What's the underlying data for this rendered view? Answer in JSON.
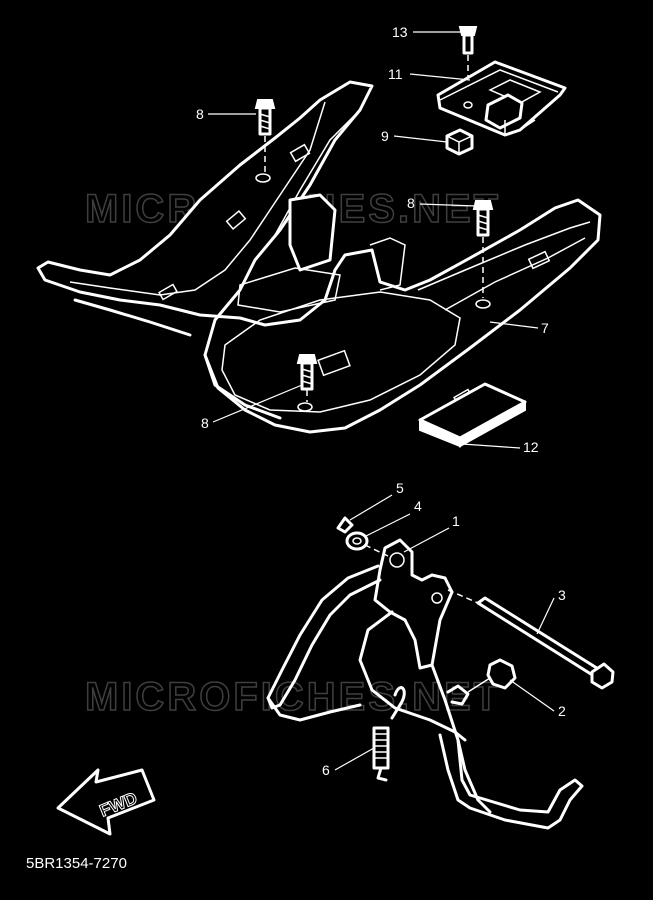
{
  "diagram_code": "5BR1354-7270",
  "watermark": "MICROFICHES.NET",
  "direction_label": "FWD",
  "callouts": [
    {
      "id": "13",
      "label": "13"
    },
    {
      "id": "11",
      "label": "11"
    },
    {
      "id": "9",
      "label": "9"
    },
    {
      "id": "8a",
      "label": "8"
    },
    {
      "id": "8b",
      "label": "8"
    },
    {
      "id": "8c",
      "label": "8"
    },
    {
      "id": "7",
      "label": "7"
    },
    {
      "id": "12",
      "label": "12"
    },
    {
      "id": "5",
      "label": "5"
    },
    {
      "id": "4",
      "label": "4"
    },
    {
      "id": "1",
      "label": "1"
    },
    {
      "id": "3",
      "label": "3"
    },
    {
      "id": "2",
      "label": "2"
    },
    {
      "id": "6",
      "label": "6"
    }
  ]
}
